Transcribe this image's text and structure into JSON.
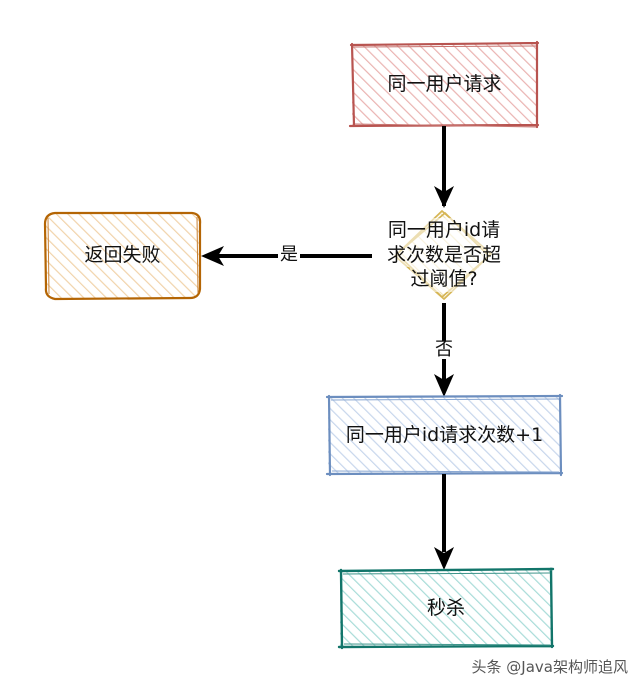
{
  "diagram": {
    "type": "flowchart",
    "style": "hand-drawn sketch",
    "nodes": [
      {
        "id": "request",
        "shape": "rectangle",
        "label": "同一用户请求",
        "stroke": "#b85450",
        "fill": "#f8cecc"
      },
      {
        "id": "check",
        "shape": "diamond",
        "label": "同一用户id请求次数是否超过阈值?",
        "label_lines": [
          "同一用户id请",
          "求次数是否超",
          "过阈值?"
        ],
        "stroke": "#d6b656",
        "fill": "#fff2cc"
      },
      {
        "id": "fail",
        "shape": "rounded-rectangle",
        "label": "返回失败",
        "stroke": "#b46504",
        "fill": "#fad7ac"
      },
      {
        "id": "increment",
        "shape": "rectangle",
        "label": "同一用户id请求次数+1",
        "stroke": "#6c8ebf",
        "fill": "#dae8fc"
      },
      {
        "id": "seckill",
        "shape": "rectangle",
        "label": "秒杀",
        "stroke": "#12756a",
        "fill": "#b0e3e6"
      }
    ],
    "edges": [
      {
        "from": "request",
        "to": "check",
        "label": ""
      },
      {
        "from": "check",
        "to": "fail",
        "label": "是"
      },
      {
        "from": "check",
        "to": "increment",
        "label": "否"
      },
      {
        "from": "increment",
        "to": "seckill",
        "label": ""
      }
    ]
  },
  "watermark": "头条 @Java架构师追风"
}
